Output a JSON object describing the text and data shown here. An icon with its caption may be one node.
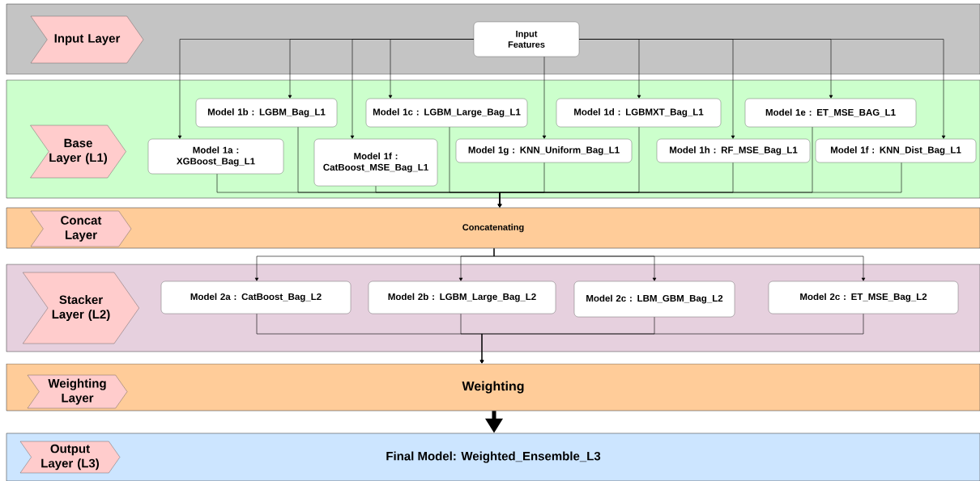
{
  "diagram": {
    "nodes": [
      {
        "text": [],
        "shape": "band"
      },
      {
        "text": [
          "Input Layer"
        ],
        "in": 0
      },
      {
        "text": [
          "Input Features"
        ],
        "in": 0
      },
      {
        "text": [],
        "shape": "band"
      },
      {
        "text": [
          "Base Layer (L1)"
        ],
        "in": 3
      },
      {
        "text": [
          "Model 1b : LGBM_Bag_L1"
        ],
        "in": 3
      },
      {
        "text": [
          "Model 1c : LGBM_Large_Bag_L1"
        ],
        "in": 3
      },
      {
        "text": [
          "Model 1d : LGBMXT_Bag_L1"
        ],
        "in": 3
      },
      {
        "text": [
          "Model 1e : ET_MSE_BAG_L1"
        ],
        "in": 3
      },
      {
        "text": [
          "Model 1a : XGBoost_Bag_L1"
        ],
        "in": 3
      },
      {
        "text": [
          "Model 1f : CatBoost_MSE_Bag_L1"
        ],
        "in": 3
      },
      {
        "text": [
          "Model 1g : KNN_Uniform_Bag_L1"
        ],
        "in": 3
      },
      {
        "text": [
          "Model 1h : RF_MSE_Bag_L1"
        ],
        "in": 3
      },
      {
        "text": [
          "Model 1f : KNN_Dist_Bag_L1"
        ],
        "in": 3
      },
      {
        "text": [
          "Concatenating"
        ]
      },
      {
        "text": [
          "Concat Layer"
        ],
        "in": 14
      },
      {
        "text": [],
        "shape": "band"
      },
      {
        "text": [
          "Stacker Layer (L2)"
        ],
        "in": 16
      },
      {
        "text": [
          "Model 2a : CatBoost_Bag_L2"
        ],
        "in": 16
      },
      {
        "text": [
          "Model 2b : LGBM_Large_Bag_L2"
        ],
        "in": 16
      },
      {
        "text": [
          "Model 2c : LBM_GBM_Bag_L2"
        ],
        "in": 16
      },
      {
        "text": [
          "Model 2c : ET_MSE_Bag_L2"
        ],
        "in": 16
      },
      {
        "text": [
          "Weighting"
        ]
      },
      {
        "text": [
          "Weighting Layer"
        ],
        "in": 22
      },
      {
        "text": [
          "Final Model: Weighted_Ensemble_L3"
        ]
      },
      {
        "text": [
          "Output Layer (L3)"
        ],
        "in": 24
      }
    ],
    "edges": [
      {
        "from": 2,
        "to": 9,
        "arrow": "to"
      },
      {
        "from": 2,
        "to": 5,
        "arrow": "to"
      },
      {
        "from": 2,
        "to": 10,
        "arrow": "to"
      },
      {
        "from": 2,
        "to": 6,
        "arrow": "to"
      },
      {
        "from": 2,
        "to": 11,
        "arrow": "to"
      },
      {
        "from": 2,
        "to": 7,
        "arrow": "to"
      },
      {
        "from": 2,
        "to": 12,
        "arrow": "to"
      },
      {
        "from": 2,
        "to": 8,
        "arrow": "to"
      },
      {
        "from": 2,
        "to": 13,
        "arrow": "to"
      },
      {
        "from": 9,
        "to": 14,
        "arrow": "to"
      },
      {
        "from": 5,
        "to": 14,
        "arrow": "to"
      },
      {
        "from": 10,
        "to": 14,
        "arrow": "to"
      },
      {
        "from": 6,
        "to": 14,
        "arrow": "to"
      },
      {
        "from": 11,
        "to": 14,
        "arrow": "to"
      },
      {
        "from": 7,
        "to": 14,
        "arrow": "to"
      },
      {
        "from": 12,
        "to": 14,
        "arrow": "to"
      },
      {
        "from": 8,
        "to": 14,
        "arrow": "to"
      },
      {
        "from": 13,
        "to": 14,
        "arrow": "to"
      },
      {
        "from": 14,
        "to": 18,
        "arrow": "to"
      },
      {
        "from": 14,
        "to": 19,
        "arrow": "to"
      },
      {
        "from": 14,
        "to": 20,
        "arrow": "to"
      },
      {
        "from": 14,
        "to": 21,
        "arrow": "to"
      },
      {
        "from": 18,
        "to": 22,
        "arrow": "to"
      },
      {
        "from": 19,
        "to": 22,
        "arrow": "to"
      },
      {
        "from": 20,
        "to": 22,
        "arrow": "to"
      },
      {
        "from": 21,
        "to": 22,
        "arrow": "to"
      },
      {
        "from": 22,
        "to": 24,
        "arrow": "to",
        "style": "thick"
      }
    ]
  }
}
